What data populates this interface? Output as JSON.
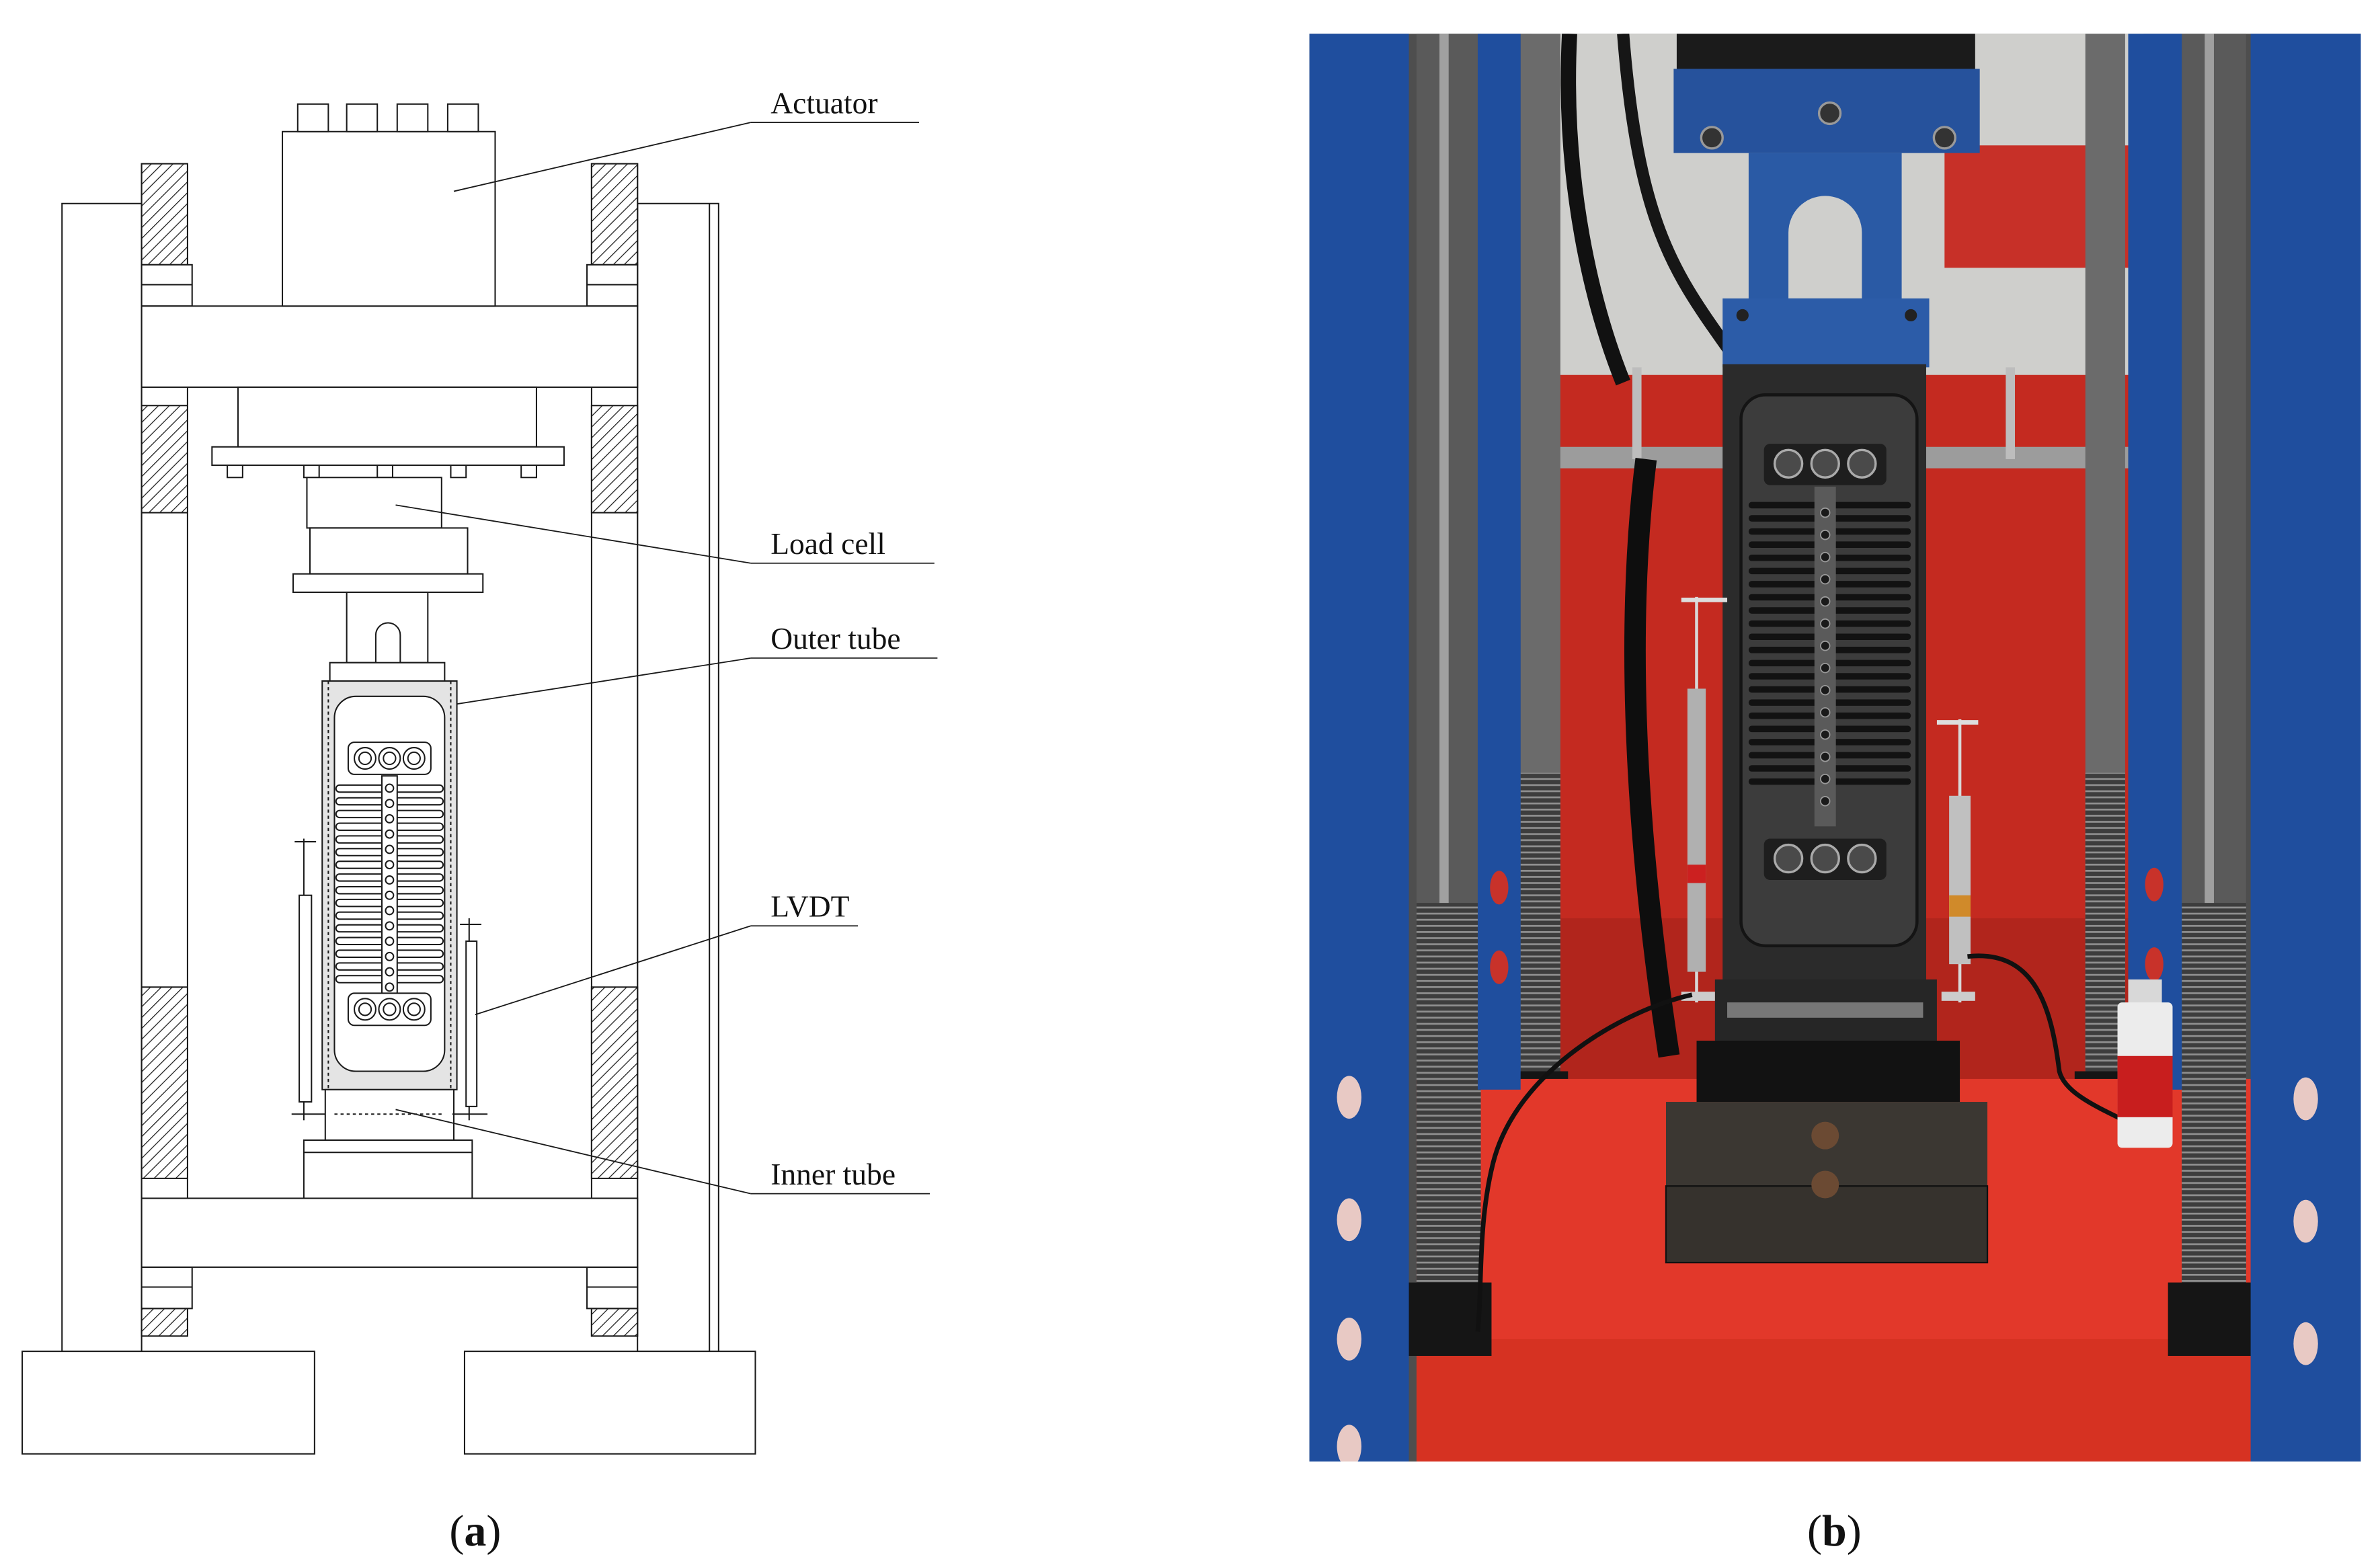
{
  "figure": {
    "panel_a": {
      "caption": {
        "open": "(",
        "letter": "a",
        "close": ")"
      },
      "labels": {
        "actuator": "Actuator",
        "load_cell": "Load cell",
        "outer_tube": "Outer tube",
        "lvdt": "LVDT",
        "inner_tube": "Inner tube"
      }
    },
    "panel_b": {
      "caption": {
        "open": "(",
        "letter": "b",
        "close": ")"
      },
      "colors": {
        "frame_blue": "#1f4e9e",
        "base_red": "#e2382a",
        "specimen_dark": "#2b2b2b"
      }
    }
  }
}
